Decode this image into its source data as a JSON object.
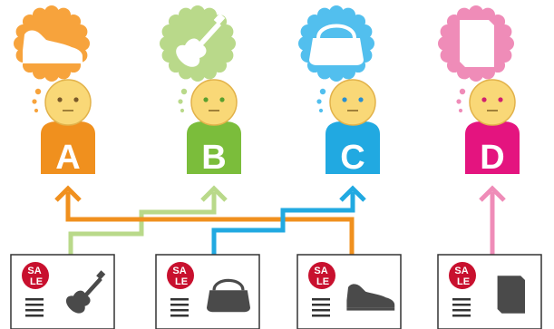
{
  "customers": [
    {
      "letter": "A",
      "color": "#f0901e",
      "bubble_color": "#f7a33c",
      "eye_color": "#7a5a2a",
      "interest_icon": "sneaker-icon"
    },
    {
      "letter": "B",
      "color": "#7bbd3b",
      "bubble_color": "#b9d98a",
      "eye_color": "#5aa02e",
      "interest_icon": "guitar-icon"
    },
    {
      "letter": "C",
      "color": "#21a9e1",
      "bubble_color": "#52bfee",
      "eye_color": "#2a8fd0",
      "interest_icon": "handbag-icon"
    },
    {
      "letter": "D",
      "color": "#e4147f",
      "bubble_color": "#ef8cb8",
      "eye_color": "#d0206f",
      "interest_icon": "book-icon"
    }
  ],
  "ads": [
    {
      "badge": [
        "SA",
        "LE"
      ],
      "product_icon": "guitar-icon"
    },
    {
      "badge": [
        "SA",
        "LE"
      ],
      "product_icon": "handbag-icon"
    },
    {
      "badge": [
        "SA",
        "LE"
      ],
      "product_icon": "sneaker-icon"
    },
    {
      "badge": [
        "SA",
        "LE"
      ],
      "product_icon": "book-icon"
    }
  ],
  "colors": {
    "face": "#f9d877",
    "face_outline": "#e2b24a",
    "sale_badge": "#c8102e",
    "product_icon": "#4a4a4a",
    "ad_border": "#333333",
    "text_lines": "#333333"
  }
}
